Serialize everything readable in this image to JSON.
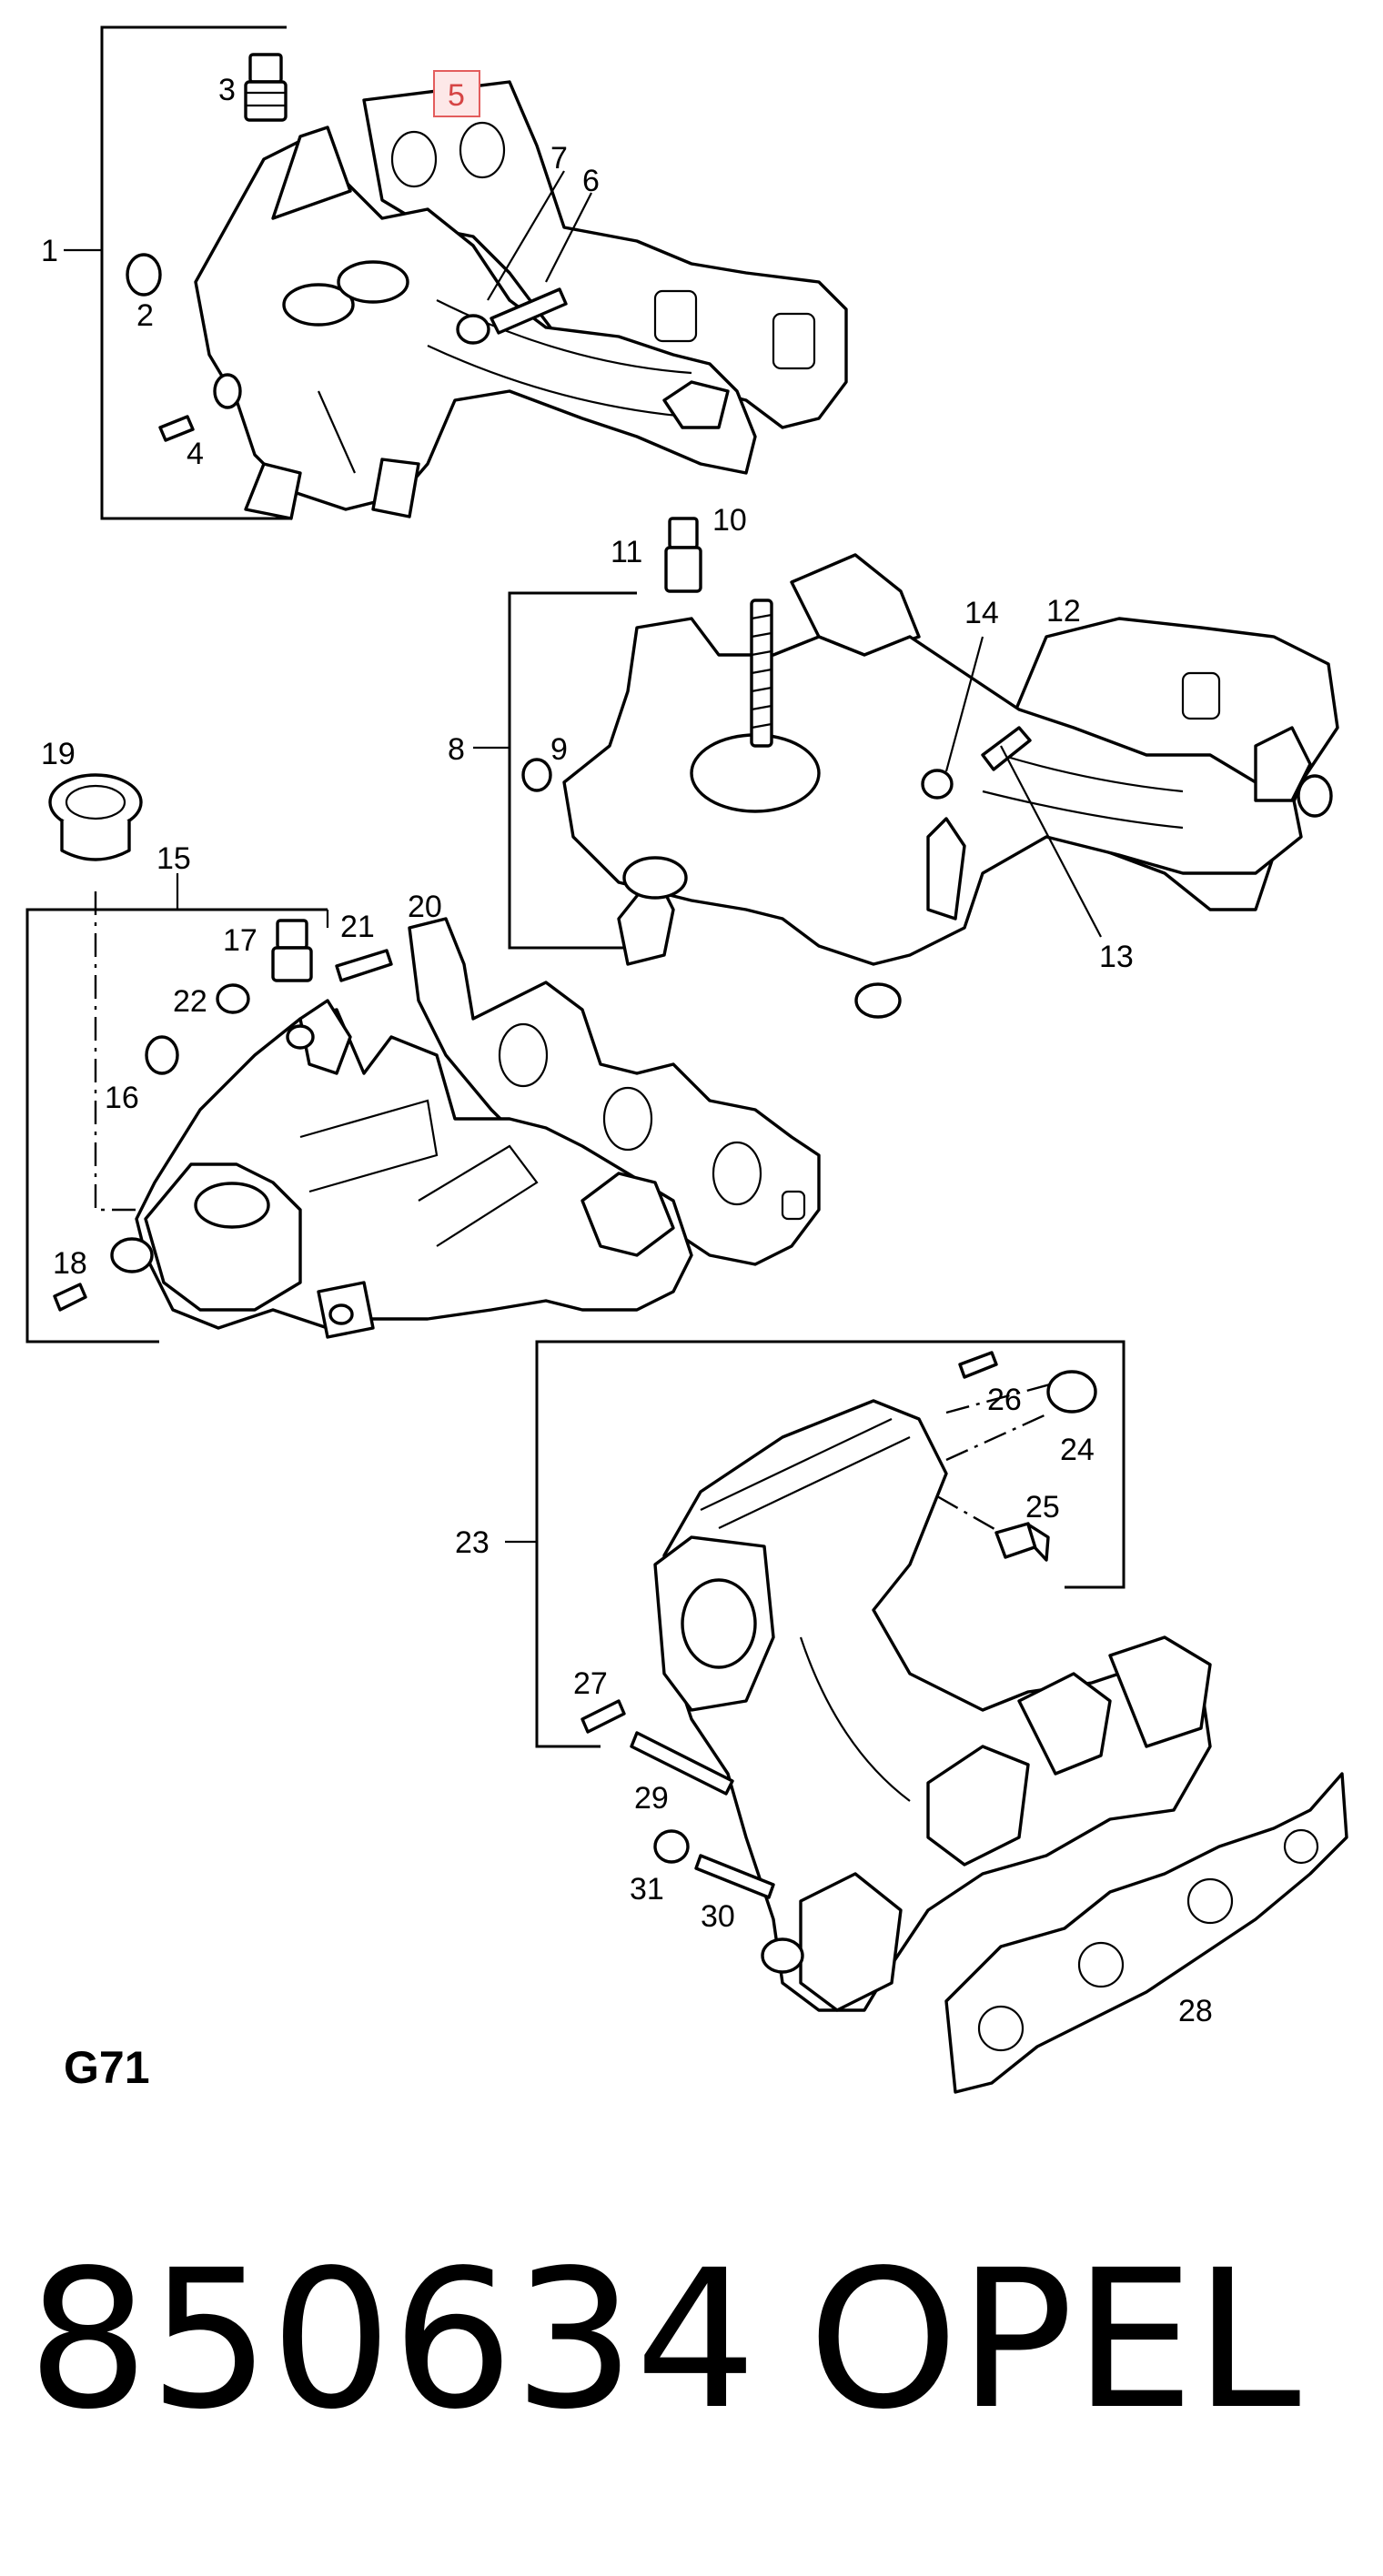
{
  "page_code": "G71",
  "footer": {
    "part_number": "850634",
    "brand": "OPEL"
  },
  "highlight": {
    "label": "5",
    "border_color": "#e35d5d",
    "fill_color": "#fde8e8"
  },
  "callouts": {
    "c1": "1",
    "c2": "2",
    "c3": "3",
    "c4": "4",
    "c5": "5",
    "c6": "6",
    "c7": "7",
    "c8": "8",
    "c9": "9",
    "c10": "10",
    "c11": "11",
    "c12": "12",
    "c13": "13",
    "c14": "14",
    "c15": "15",
    "c16": "16",
    "c17": "17",
    "c18": "18",
    "c19": "19",
    "c20": "20",
    "c21": "21",
    "c22": "22",
    "c23": "23",
    "c24": "24",
    "c25": "25",
    "c26": "26",
    "c27": "27",
    "c28": "28",
    "c29": "29",
    "c30": "30",
    "c31": "31"
  }
}
